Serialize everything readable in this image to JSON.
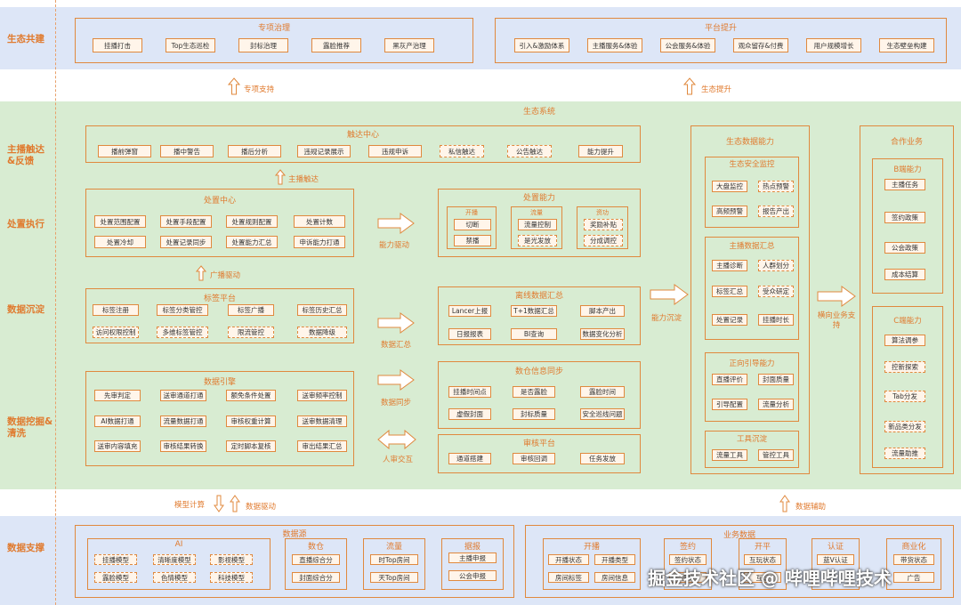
{
  "rows": {
    "ecosystem_build": "生态共建",
    "anchor_reach": "主播触达\n&反馈",
    "handling_exec": "处置执行",
    "data_settle": "数据沉淀",
    "data_mining": "数据挖掘&\n清洗",
    "data_support": "数据支撑"
  },
  "top": {
    "special_gov": {
      "title": "专项治理",
      "items": [
        "挂播打击",
        "Top生态巡检",
        "封标治理",
        "露脸推荐",
        "黑灰产治理"
      ]
    },
    "platform_up": {
      "title": "平台提升",
      "items": [
        "引入&激励体系",
        "主播服务&体验",
        "公会服务&体验",
        "观众留存&付费",
        "用户规模增长",
        "生态壁垒构建"
      ]
    },
    "arrow_left": "专项支持",
    "arrow_right": "生态提升"
  },
  "eco_system": {
    "title": "生态系统",
    "reach_center": {
      "title": "触达中心",
      "items": [
        "播前弹窗",
        "播中警告",
        "播后分析",
        "违规记录展示",
        "违规申诉",
        "私信触达",
        "公告触达",
        "能力提升"
      ]
    },
    "anchor_reach_arrow": "主播触达",
    "handle_center": {
      "title": "处置中心",
      "items": [
        "处置范围配置",
        "处置手段配置",
        "处置规则配置",
        "处置计数",
        "处置冷却",
        "处置记录同步",
        "处置能力汇总",
        "申诉能力打通"
      ]
    },
    "ability_drive": "能力驱动",
    "handle_ability": {
      "title": "处置能力",
      "g1_title": "开播",
      "g1_items": [
        "切断",
        "禁播"
      ],
      "g2_title": "流量",
      "g2_items": [
        "流量控制",
        "是光发放"
      ],
      "g3_title": "资功",
      "g3_items": [
        "奖励补贴",
        "分成调控"
      ]
    },
    "broad_drive": "广播驱动",
    "tag_platform": {
      "title": "标签平台",
      "items": [
        "标签注册",
        "标签分类管控",
        "标签广播",
        "标签历史汇总",
        "访问权限控制",
        "多维标签管控",
        "限流管控",
        "数据降级"
      ]
    },
    "data_gather_arrow": "数据汇总",
    "offline_data": {
      "title": "离线数据汇总",
      "items": [
        "Lancer上报",
        "T+1数据汇总",
        "脚本产出",
        "日报报表",
        "BI查询",
        "数据变化分析"
      ]
    },
    "data_engine": {
      "title": "数据引擎",
      "items": [
        "先审判定",
        "送审通道打通",
        "额免条件处置",
        "送审频率控制",
        "AI数据打通",
        "流量数据打通",
        "审核权重计算",
        "送审数据清理",
        "送审内容填充",
        "审核结果转换",
        "定时脚本复核",
        "审出结果汇总"
      ]
    },
    "data_sync_arrow": "数据同步",
    "warehouse_sync": {
      "title": "数仓信息同步",
      "items": [
        "挂播时间点",
        "是否露脸",
        "露脸时间",
        "虚假封面",
        "封标质量",
        "安全巡线问题"
      ]
    },
    "human_interact": "人审交互",
    "review_platform": {
      "title": "审核平台",
      "items": [
        "通道搭建",
        "审核回调",
        "任务发放"
      ]
    },
    "ability_settle": "能力沉淀",
    "eco_data": {
      "title": "生态数据能力",
      "safety": {
        "title": "生态安全监控",
        "items": [
          "大盘监控",
          "热点预警",
          "高频预警",
          "报告产出"
        ]
      },
      "anchor_summary": {
        "title": "主播数据汇总",
        "items": [
          "主播诊断",
          "人群划分",
          "标签汇总",
          "受众研定",
          "处置记录",
          "挂播时长"
        ]
      },
      "positive": {
        "title": "正向引导能力",
        "items": [
          "直播评价",
          "封面质量",
          "引导配置",
          "流量分析"
        ]
      },
      "tools": {
        "title": "工具沉淀",
        "items": [
          "流量工具",
          "管控工具"
        ]
      }
    },
    "horizontal_support": "横向业务支持",
    "coop": {
      "title": "合作业务",
      "b": {
        "title": "B端能力",
        "items": [
          "主播任务",
          "签约政策",
          "公会政策",
          "成本结算"
        ]
      },
      "c": {
        "title": "C端能力",
        "items": [
          "算法调参",
          "控新探索",
          "Tab分发",
          "新品类分发",
          "流量助推"
        ]
      }
    }
  },
  "mid_arrows": {
    "model_calc": "模型计算",
    "data_drive": "数据驱动",
    "data_assist": "数据辅助"
  },
  "bottom": {
    "source": {
      "title": "数据源",
      "ai": {
        "title": "AI",
        "items": [
          "挂播模型",
          "清晰度模型",
          "影视模型",
          "露脸模型",
          "色情模型",
          "科技模型"
        ]
      },
      "warehouse": {
        "title": "数仓",
        "items": [
          "直播综合分",
          "封面综合分"
        ]
      },
      "traffic": {
        "title": "流量",
        "items": [
          "时Top房间",
          "天Top房间"
        ]
      },
      "report": {
        "title": "据报",
        "items": [
          "主播申报",
          "公会申报"
        ]
      }
    },
    "biz": {
      "title": "业务数据",
      "open": {
        "title": "开播",
        "items": [
          "开播状态",
          "开播类型",
          "房间标签",
          "房间信息"
        ]
      },
      "sign": {
        "title": "签约",
        "items": [
          "签约状态",
          "签约"
        ]
      },
      "interact": {
        "title": "开平",
        "items": [
          "互玩状态",
          "互玩"
        ]
      },
      "auth": {
        "title": "认证",
        "items": [
          "蓝V认证"
        ]
      },
      "commercial": {
        "title": "商业化",
        "items": [
          "带货状态",
          "广告"
        ]
      }
    }
  },
  "watermark": "掘金技术社区 @ 哔哩哔哩技术"
}
